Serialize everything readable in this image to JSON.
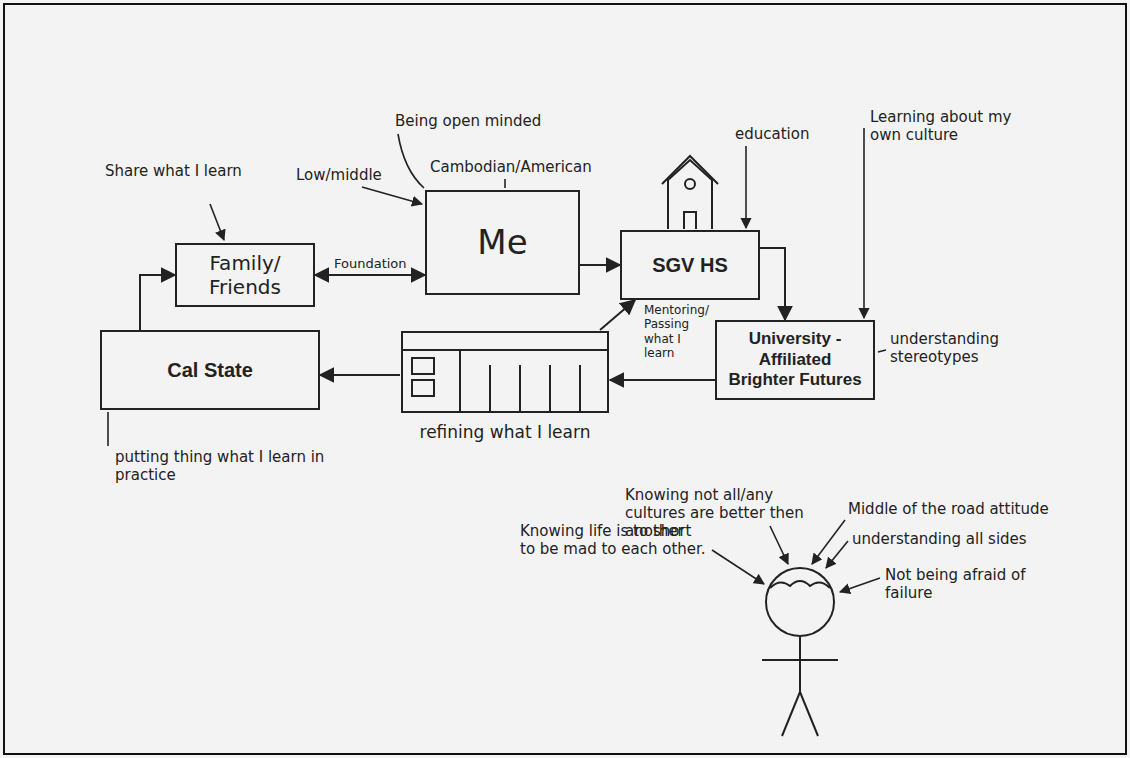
{
  "diagram": {
    "nodes": [
      {
        "text": [
          "Family/ Friends"
        ]
      },
      {
        "text": [
          "Me"
        ]
      },
      {
        "text": [
          "SGV HS"
        ]
      },
      {
        "text": [
          "University - Affiliated Brighter Futures"
        ]
      },
      {
        "text": [
          "refining what I learn"
        ]
      },
      {
        "text": [
          "Cal State"
        ]
      }
    ],
    "edges": [
      {
        "from": 0,
        "to": 1,
        "arrow": "both",
        "label": "Foundation"
      },
      {
        "from": 1,
        "to": 2,
        "arrow": "to"
      },
      {
        "from": 2,
        "to": 3,
        "arrow": "to"
      },
      {
        "from": 3,
        "to": 4,
        "arrow": "to"
      },
      {
        "from": 4,
        "to": 2,
        "arrow": "to",
        "label": "Mentoring/ Passing what I learn"
      },
      {
        "from": 4,
        "to": 5,
        "arrow": "to"
      },
      {
        "from": 5,
        "to": 0,
        "arrow": "to"
      }
    ],
    "labels": [
      "Share what I learn",
      "Low/middle",
      "Cambodian/American",
      "Being open minded",
      "education",
      "Learning about my own culture",
      "understanding stereotypes",
      "putting thing what I learn in practice",
      "Knowing not all/any cultures are better then another",
      "Middle of the road attitude",
      "understanding all sides",
      "Not being afraid of failure",
      "Knowing life is to short to be mad to each other."
    ]
  }
}
